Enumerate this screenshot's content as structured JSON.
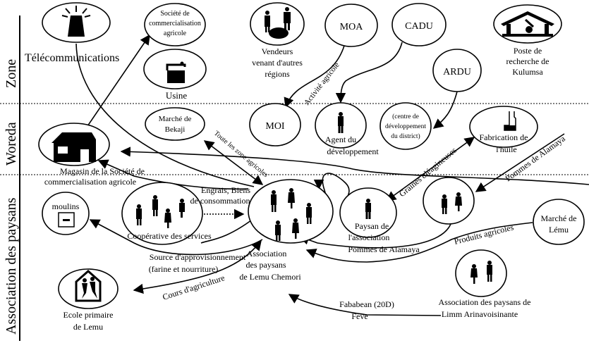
{
  "levels": {
    "zone": "Zone",
    "woreda": "Woreda",
    "pa": "Association des paysans"
  },
  "nodes": {
    "telecom": {
      "label": "Télécommunications",
      "icon": "radio-tower-icon"
    },
    "societe": {
      "lines": [
        "Société de",
        "commercialisation",
        "agricole"
      ]
    },
    "usine": {
      "label": "Usine",
      "icon": "factory-icon"
    },
    "vendeurs": {
      "lines": [
        "Vendeurs",
        "venant d'autres",
        "régions"
      ],
      "icon": "vendors-icon"
    },
    "moa": {
      "label": "MOA"
    },
    "cadu": {
      "label": "CADU"
    },
    "ardu": {
      "label": "ARDU"
    },
    "kulumsa": {
      "lines": [
        "Poste de",
        "recherche de",
        "Kulumsa"
      ],
      "icon": "research-station-icon"
    },
    "magasin": {
      "lines": [
        "Magasin de la Société de",
        "commercialisation agricole"
      ],
      "icon": "warehouse-icon"
    },
    "bekaji": {
      "lines": [
        "Marché de",
        "Bekaji"
      ]
    },
    "moi": {
      "label": "MOI"
    },
    "agent": {
      "lines": [
        "Agent du",
        "développement"
      ],
      "icon": "person-icon"
    },
    "centre": {
      "lines": [
        "(centre de",
        "développement",
        "du district)"
      ]
    },
    "huile": {
      "lines": [
        "Fabrication de",
        "l'huile"
      ],
      "icon": "oil-press-icon"
    },
    "moulins": {
      "label": "moulins",
      "icon": "mill-icon"
    },
    "cooperative": {
      "label": "Coopérative des services",
      "icon": "people-group-icon"
    },
    "pa_lemu": {
      "lines": [
        "Association",
        "des paysans",
        "de Lemu Chemori"
      ],
      "icon": "people-group-icon"
    },
    "paysan": {
      "lines": [
        "Paysan de",
        "l'association",
        "Pommes de Alamaya"
      ],
      "icon": "person-icon"
    },
    "couple": {
      "icon": "couple-icon"
    },
    "marche_lemu": {
      "lines": [
        "Marché de",
        "Lému"
      ]
    },
    "ecole": {
      "lines": [
        "Ecole primaire",
        "de Lemu"
      ],
      "icon": "school-icon"
    },
    "pa_voisine": {
      "lines": [
        "Association des paysans de",
        "Limm Arinavoisinante"
      ],
      "icon": "couple-icon"
    }
  },
  "edge_labels": {
    "activite": "Activité agricole",
    "zone_agricole": "Toute les zone agricoles",
    "engrais": [
      "Engrais, Biens",
      "de consommation"
    ],
    "graines": "Graines oléagineuses",
    "pommes": "Pommes de Alamaya",
    "produits": "Produits agricoles",
    "source": [
      "Source d'approvisionnement",
      "(farine et nourriture)"
    ],
    "cours": "Cours d'agriculture",
    "fababean": [
      "Fababean (20D)",
      "Feve"
    ]
  }
}
